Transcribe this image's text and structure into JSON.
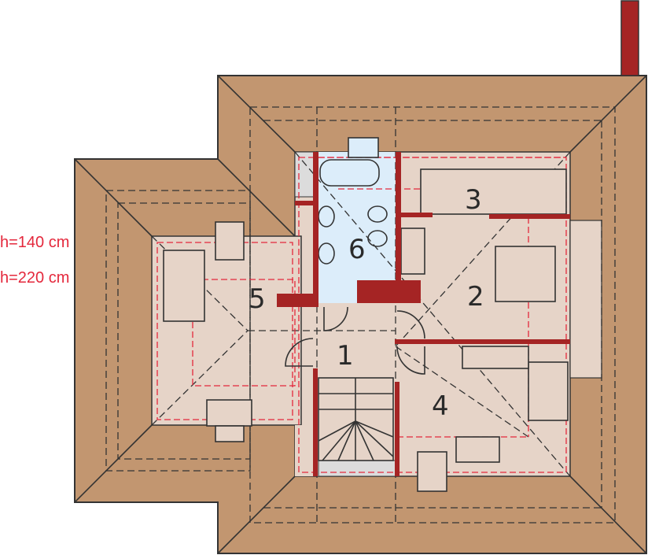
{
  "heights": {
    "low": "h=140 cm",
    "high": "h=220 cm"
  },
  "rooms": [
    {
      "number": "1"
    },
    {
      "number": "2"
    },
    {
      "number": "3"
    },
    {
      "number": "4"
    },
    {
      "number": "5"
    },
    {
      "number": "6"
    }
  ],
  "colors": {
    "roof": "#c29670",
    "floor": "#e6d4c8",
    "bath": "#dcedfa",
    "wall": "#a52424",
    "height_line": "#e4283c",
    "chimney": "#a52424"
  }
}
